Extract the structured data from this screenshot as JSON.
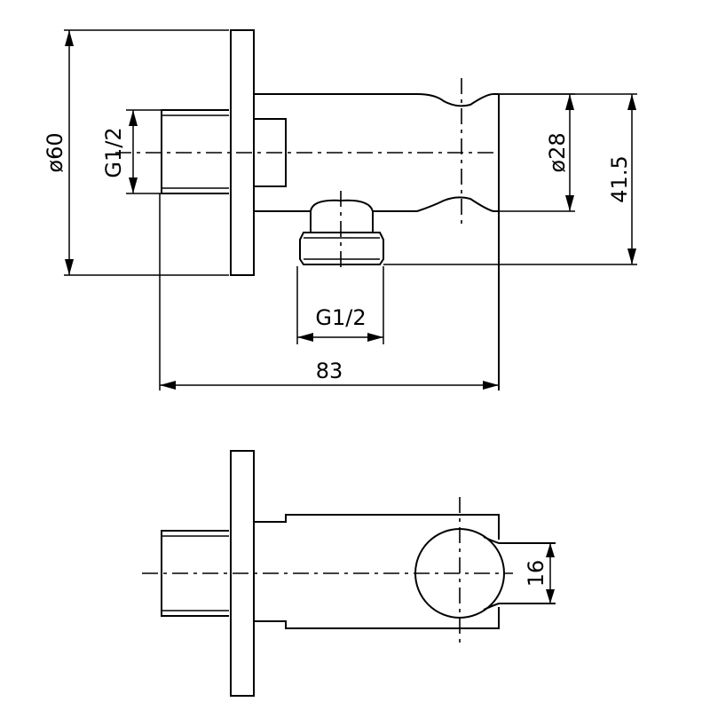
{
  "dimensions": {
    "flange_diameter": "ø60",
    "inlet_thread": "G1/2",
    "outlet_thread": "G1/2",
    "holder_diameter": "ø28",
    "holder_height": "41.5",
    "overall_length": "83",
    "holder_opening": "16"
  }
}
